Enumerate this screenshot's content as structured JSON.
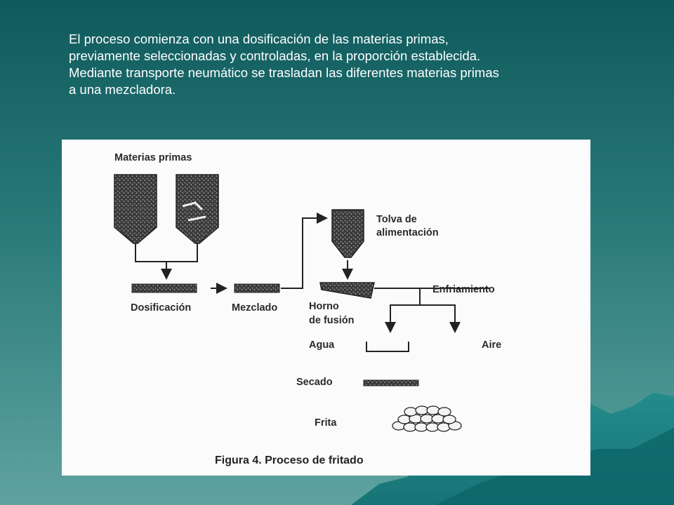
{
  "slide": {
    "paragraph_lines": [
      "El proceso comienza con una dosificación de las materias primas,",
      "previamente seleccionadas y controladas, en la proporción establecida.",
      "Mediante transporte neumático se trasladan las diferentes materias primas",
      "a una mezcladora."
    ],
    "colors": {
      "background_top": "#0f5a5c",
      "background_bottom": "#5fa3a0",
      "text": "#ffffff"
    }
  },
  "figure": {
    "labels": {
      "raw_materials": "Materias primas",
      "dosing": "Dosificación",
      "mixing": "Mezclado",
      "hopper_line1": "Tolva de",
      "hopper_line2": "alimentación",
      "furnace_line1": "Horno",
      "furnace_line2": "de fusión",
      "cooling": "Enfriamiento",
      "water": "Agua",
      "air": "Aire",
      "drying": "Secado",
      "frit": "Frita"
    },
    "caption": "Figura 4. Proceso de fritado"
  }
}
